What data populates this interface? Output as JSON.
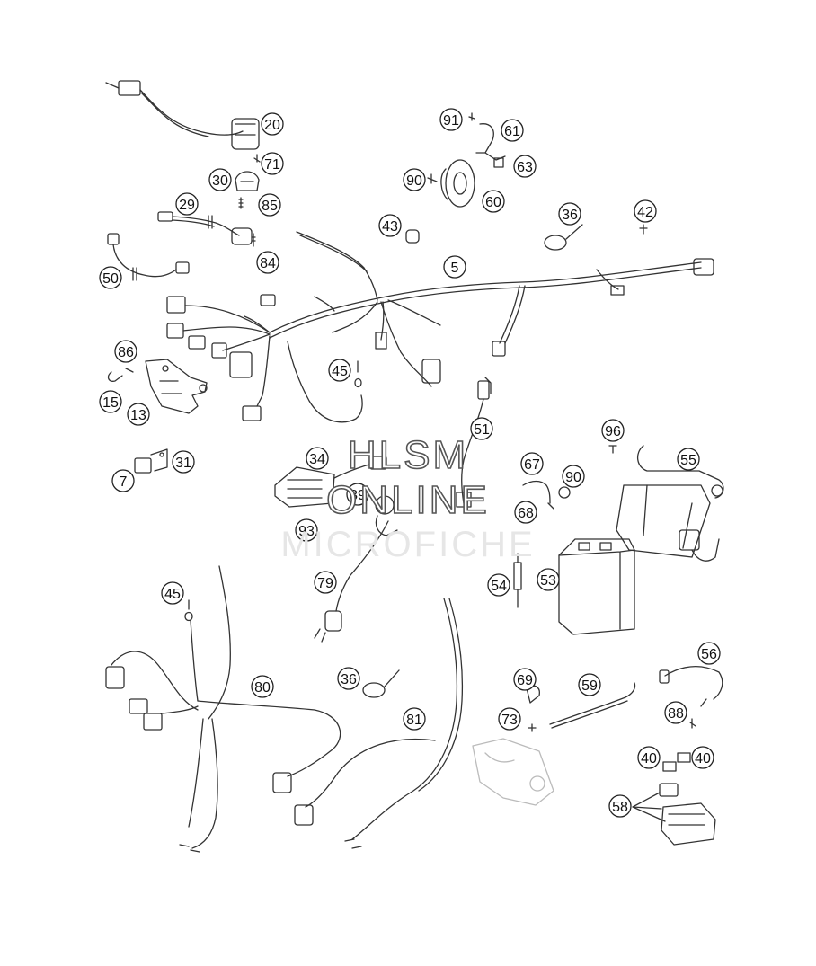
{
  "watermark": {
    "line1": "HLSM",
    "line2": "ONLINE",
    "line3": "MICROFICHE"
  },
  "callouts": [
    {
      "key": "20",
      "label": "20"
    },
    {
      "key": "71",
      "label": "71"
    },
    {
      "key": "30",
      "label": "30"
    },
    {
      "key": "85",
      "label": "85"
    },
    {
      "key": "29",
      "label": "29"
    },
    {
      "key": "84",
      "label": "84"
    },
    {
      "key": "50",
      "label": "50"
    },
    {
      "key": "91",
      "label": "91"
    },
    {
      "key": "61",
      "label": "61"
    },
    {
      "key": "63",
      "label": "63"
    },
    {
      "key": "90a",
      "label": "90"
    },
    {
      "key": "60",
      "label": "60"
    },
    {
      "key": "43",
      "label": "43"
    },
    {
      "key": "36a",
      "label": "36"
    },
    {
      "key": "42",
      "label": "42"
    },
    {
      "key": "5",
      "label": "5"
    },
    {
      "key": "86",
      "label": "86"
    },
    {
      "key": "15",
      "label": "15"
    },
    {
      "key": "13",
      "label": "13"
    },
    {
      "key": "45a",
      "label": "45"
    },
    {
      "key": "51",
      "label": "51"
    },
    {
      "key": "96",
      "label": "96"
    },
    {
      "key": "55",
      "label": "55"
    },
    {
      "key": "7",
      "label": "7"
    },
    {
      "key": "31",
      "label": "31"
    },
    {
      "key": "34",
      "label": "34"
    },
    {
      "key": "39",
      "label": "39"
    },
    {
      "key": "67",
      "label": "67"
    },
    {
      "key": "90b",
      "label": "90"
    },
    {
      "key": "68",
      "label": "68"
    },
    {
      "key": "93",
      "label": "93"
    },
    {
      "key": "79",
      "label": "79"
    },
    {
      "key": "54",
      "label": "54"
    },
    {
      "key": "53",
      "label": "53"
    },
    {
      "key": "45b",
      "label": "45"
    },
    {
      "key": "56",
      "label": "56"
    },
    {
      "key": "69",
      "label": "69"
    },
    {
      "key": "59",
      "label": "59"
    },
    {
      "key": "36b",
      "label": "36"
    },
    {
      "key": "80",
      "label": "80"
    },
    {
      "key": "81",
      "label": "81"
    },
    {
      "key": "73",
      "label": "73"
    },
    {
      "key": "88",
      "label": "88"
    },
    {
      "key": "40a",
      "label": "40"
    },
    {
      "key": "40b",
      "label": "40"
    },
    {
      "key": "58",
      "label": "58"
    }
  ]
}
